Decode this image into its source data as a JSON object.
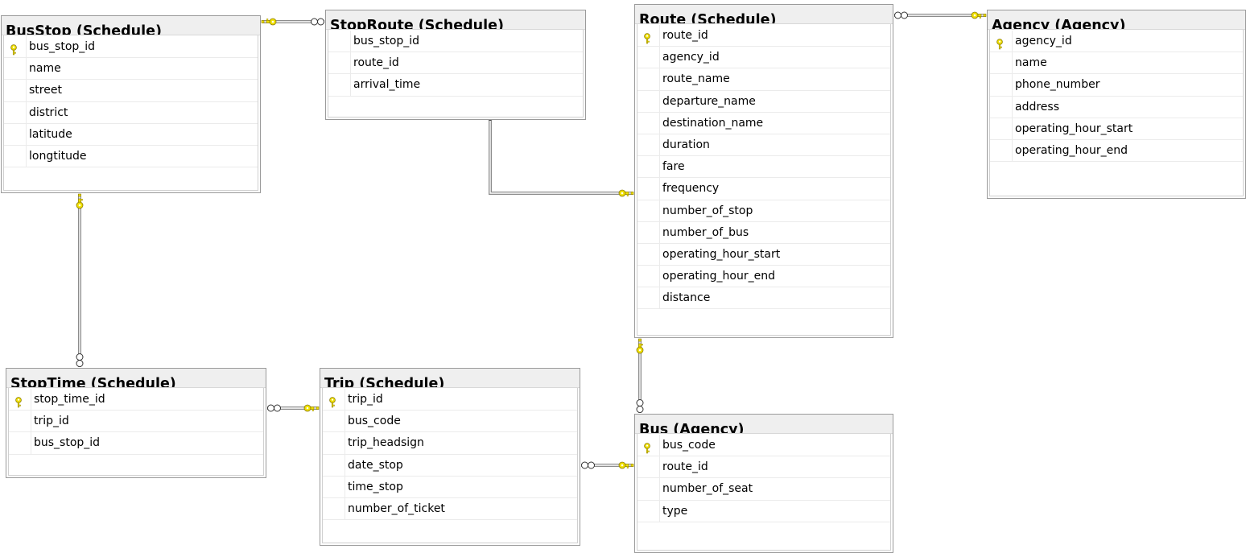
{
  "tables": {
    "busstop": {
      "title": "BusStop (Schedule)",
      "columns": [
        "bus_stop_id",
        "name",
        "street",
        "district",
        "latitude",
        "longtitude"
      ],
      "primary_key": "bus_stop_id"
    },
    "stoproute": {
      "title": "StopRoute (Schedule)",
      "columns": [
        "bus_stop_id",
        "route_id",
        "arrival_time"
      ]
    },
    "route": {
      "title": "Route (Schedule)",
      "columns": [
        "route_id",
        "agency_id",
        "route_name",
        "departure_name",
        "destination_name",
        "duration",
        "fare",
        "frequency",
        "number_of_stop",
        "number_of_bus",
        "operating_hour_start",
        "operating_hour_end",
        "distance"
      ],
      "primary_key": "route_id"
    },
    "agency": {
      "title": "Agency (Agency)",
      "columns": [
        "agency_id",
        "name",
        "phone_number",
        "address",
        "operating_hour_start",
        "operating_hour_end"
      ],
      "primary_key": "agency_id"
    },
    "stoptime": {
      "title": "StopTime (Schedule)",
      "columns": [
        "stop_time_id",
        "trip_id",
        "bus_stop_id"
      ],
      "primary_key": "stop_time_id"
    },
    "trip": {
      "title": "Trip (Schedule)",
      "columns": [
        "trip_id",
        "bus_code",
        "trip_headsign",
        "date_stop",
        "time_stop",
        "number_of_ticket"
      ],
      "primary_key": "trip_id"
    },
    "bus": {
      "title": "Bus (Agency)",
      "columns": [
        "bus_code",
        "route_id",
        "number_of_seat",
        "type"
      ],
      "primary_key": "bus_code"
    }
  },
  "relationships": [
    {
      "one": "busstop",
      "many": "stoproute"
    },
    {
      "one": "route",
      "many": "stoproute"
    },
    {
      "one": "agency",
      "many": "route"
    },
    {
      "one": "busstop",
      "many": "stoptime"
    },
    {
      "one": "trip",
      "many": "stoptime"
    },
    {
      "one": "bus",
      "many": "trip"
    },
    {
      "one": "route",
      "many": "bus"
    }
  ],
  "colors": {
    "key_icon": "#f0e000",
    "connector": "#8c8c8c",
    "header_bg": "#efefef",
    "border": "#9a9a9a"
  },
  "icons": {
    "primary_key": "key-icon",
    "one_end": "key-icon",
    "many_end": "infinity-icon"
  }
}
